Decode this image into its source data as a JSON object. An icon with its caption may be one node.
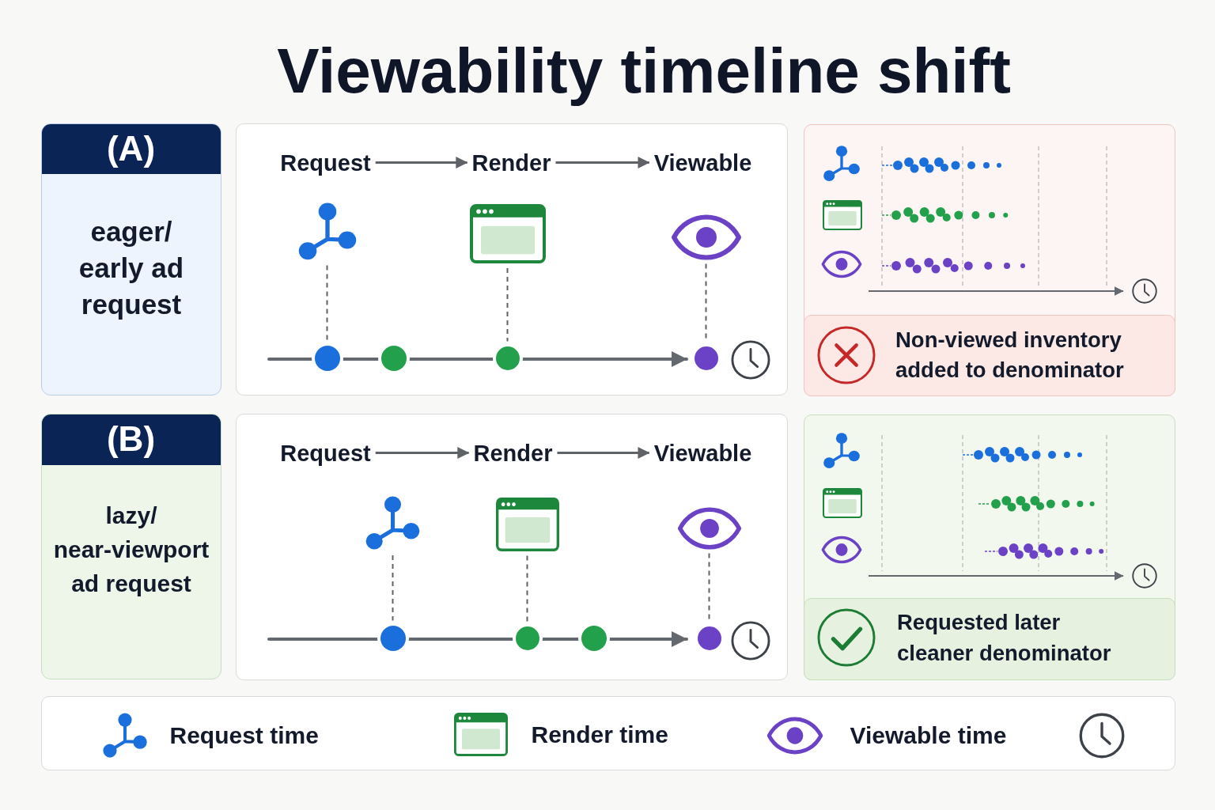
{
  "diagram": {
    "title": "Viewability timeline shift",
    "nodes": [
      {
        "text": [
          "(A)",
          "eager/ early ad request"
        ]
      },
      {
        "text": [],
        "shape": "box"
      },
      {
        "text": [
          "Request"
        ],
        "in": 1
      },
      {
        "text": [
          "Render"
        ],
        "in": 1
      },
      {
        "text": [
          "Viewable"
        ],
        "in": 1
      },
      {
        "text": [],
        "shape": "picture",
        "in": 1
      },
      {
        "text": [],
        "shape": "picture",
        "in": 1
      },
      {
        "text": [],
        "shape": "picture",
        "in": 1
      },
      {
        "text": [],
        "shape": "circle",
        "in": 1
      },
      {
        "text": [],
        "shape": "circle",
        "in": 1
      },
      {
        "text": [],
        "shape": "circle",
        "in": 1
      },
      {
        "text": [],
        "shape": "box"
      },
      {
        "text": [
          "Non-viewed inventory added to denominator"
        ],
        "in": 11
      },
      {
        "text": [
          "(B)",
          "lazy/ near-viewport ad request"
        ]
      },
      {
        "text": [],
        "shape": "box"
      },
      {
        "text": [
          "Request"
        ],
        "in": 14
      },
      {
        "text": [
          "Render"
        ],
        "in": 14
      },
      {
        "text": [
          "Viewable"
        ],
        "in": 14
      },
      {
        "text": [],
        "shape": "picture",
        "in": 14
      },
      {
        "text": [],
        "shape": "picture",
        "in": 14
      },
      {
        "text": [],
        "shape": "picture",
        "in": 14
      },
      {
        "text": [],
        "shape": "circle",
        "in": 14
      },
      {
        "text": [],
        "shape": "circle",
        "in": 14
      },
      {
        "text": [],
        "shape": "circle",
        "in": 14
      },
      {
        "text": [],
        "shape": "box"
      },
      {
        "text": [
          "Requested later cleaner denominator"
        ],
        "in": 24
      }
    ],
    "edges": [
      {
        "from": 2,
        "to": 3,
        "arrow": "to"
      },
      {
        "from": 3,
        "to": 4,
        "arrow": "to"
      },
      {
        "from": 5,
        "to": 8,
        "arrow": "none",
        "style": "dashed"
      },
      {
        "from": 6,
        "to": 9,
        "arrow": "none",
        "style": "dashed"
      },
      {
        "from": 7,
        "to": 10,
        "arrow": "none",
        "style": "dashed"
      },
      {
        "from": 15,
        "to": 16,
        "arrow": "to"
      },
      {
        "from": 16,
        "to": 17,
        "arrow": "to"
      },
      {
        "from": 18,
        "to": 21,
        "arrow": "none",
        "style": "dashed"
      },
      {
        "from": 19,
        "to": 22,
        "arrow": "none",
        "style": "dashed"
      },
      {
        "from": 20,
        "to": 23,
        "arrow": "none",
        "style": "dashed"
      }
    ],
    "legend": [
      {
        "text": "Request time"
      },
      {
        "text": "Render time"
      },
      {
        "text": "Viewable time"
      }
    ]
  }
}
